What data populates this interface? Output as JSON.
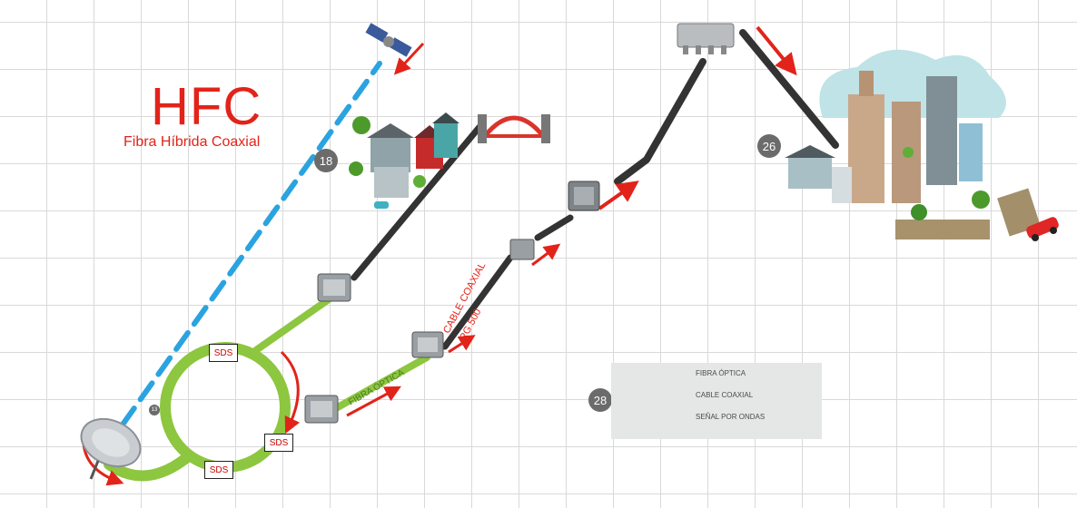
{
  "title": "HFC",
  "subtitle": "Fibra Híbrida Coaxial",
  "badges": {
    "b18": "18",
    "b26": "26",
    "b28": "28",
    "b13": "13"
  },
  "sds_labels": {
    "top": "SDS",
    "right": "SDS",
    "bottom": "SDS"
  },
  "link_labels": {
    "fiber": "FIBRA ÓPTICA",
    "coax_line1": "CABLE COAXIAL",
    "coax_line2": "RG 500"
  },
  "legend": {
    "fiber": "FIBRA ÓPTICA",
    "coax": "CABLE COAXIAL",
    "wave": "SEÑAL POR ONDAS"
  },
  "colors": {
    "fiber": "#8dc63f",
    "coax": "#333333",
    "wave": "#2aa3e0",
    "accent_red": "#e2231a",
    "badge": "#6b6b6b"
  },
  "icons": [
    "satellite-dish-icon",
    "satellite-icon",
    "node-box-icon",
    "splitter-icon",
    "town-icon",
    "city-icon",
    "bridge-icon",
    "car-icon"
  ]
}
